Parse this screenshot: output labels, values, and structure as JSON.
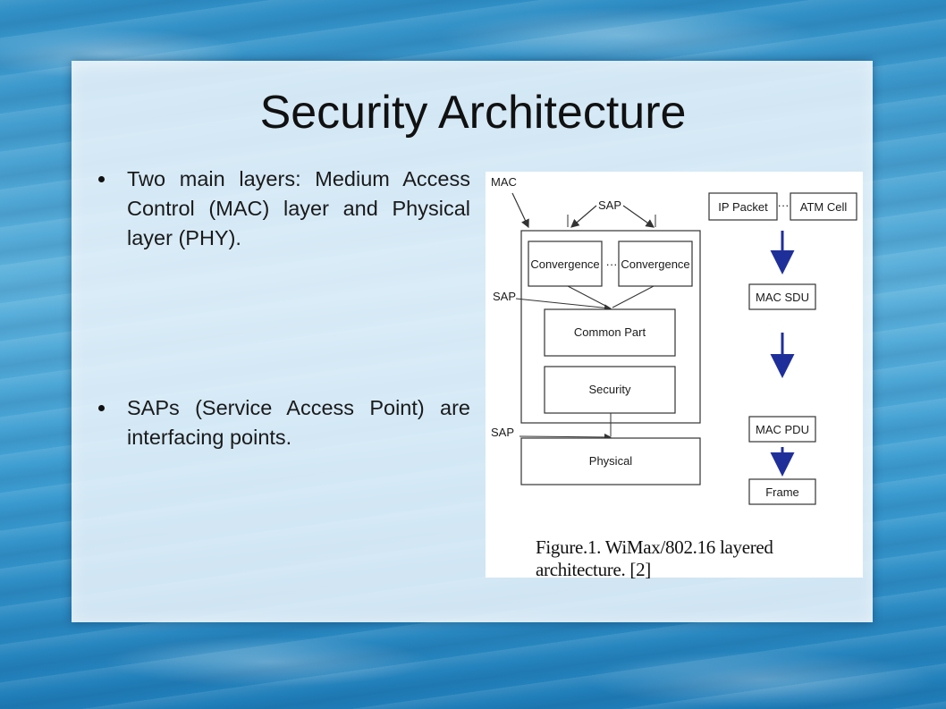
{
  "slide": {
    "title": "Security Architecture",
    "bullets": [
      "Two main layers: Medium Access Control (MAC) layer and Physical layer (PHY).",
      "SAPs (Service Access Point) are interfacing points."
    ]
  },
  "figure": {
    "labels": {
      "mac": "MAC",
      "sap_top": "SAP",
      "sap_mid": "SAP",
      "sap_bottom": "SAP",
      "convergence_1": "Convergence",
      "convergence_dots": "···",
      "convergence_2": "Convergence",
      "common_part": "Common Part",
      "security": "Security",
      "physical": "Physical",
      "ip_packet": "IP Packet",
      "packet_dots": "···",
      "atm_cell": "ATM Cell",
      "mac_sdu": "MAC SDU",
      "mac_pdu": "MAC PDU",
      "frame": "Frame"
    },
    "caption": "Figure.1. WiMax/802.16 layered architecture. [2]",
    "colors": {
      "arrow_blue": "#1f2f9a",
      "line": "#333333",
      "text": "#1a1a1a"
    }
  }
}
